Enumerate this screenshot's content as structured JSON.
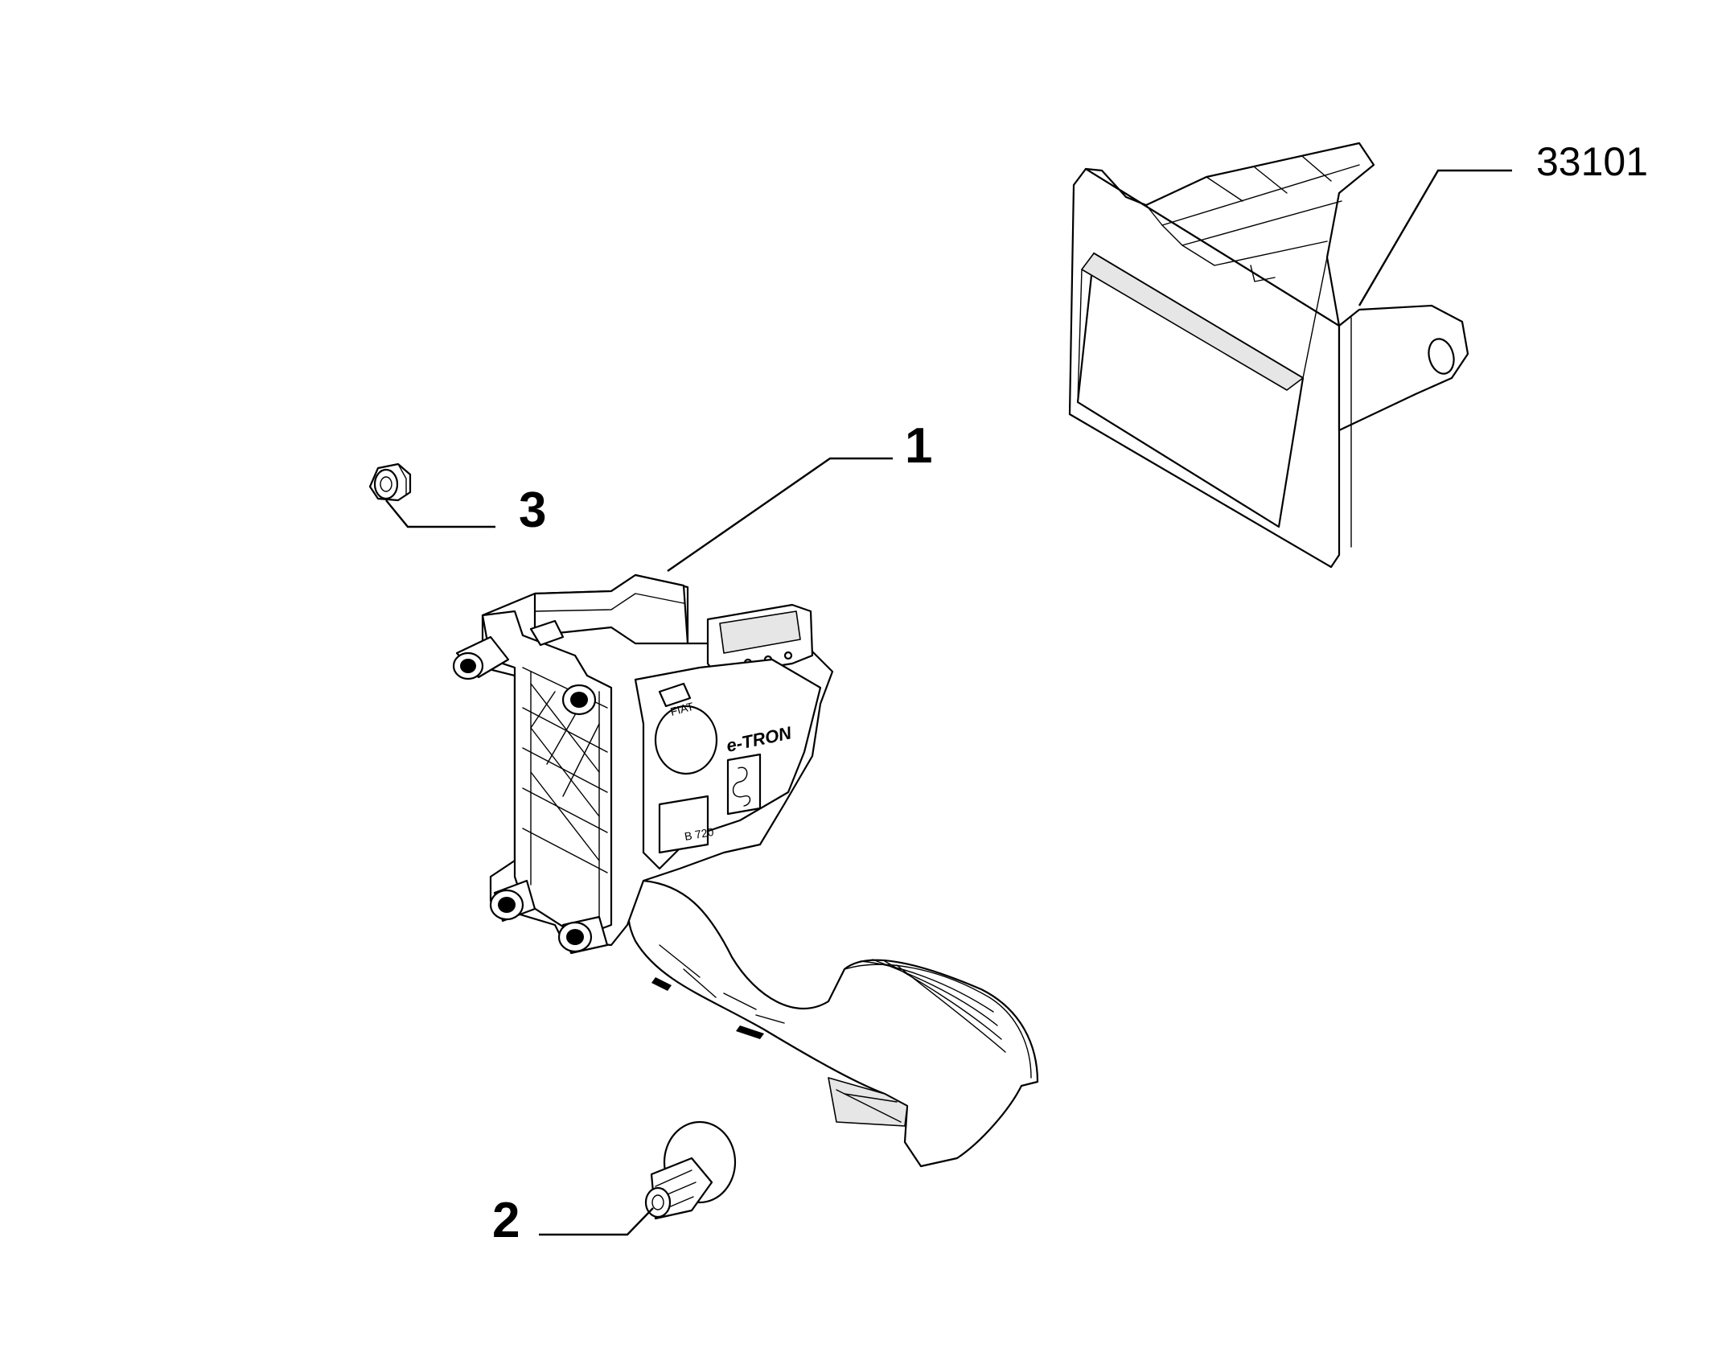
{
  "diagram": {
    "callouts": [
      {
        "id": "pedal",
        "label": "1"
      },
      {
        "id": "clip",
        "label": "2"
      },
      {
        "id": "nut",
        "label": "3"
      },
      {
        "id": "reference-group",
        "label": "33101"
      }
    ],
    "part_markings": {
      "brand": "e-TRON",
      "code": "B 720",
      "stamp": "FIAT"
    }
  }
}
